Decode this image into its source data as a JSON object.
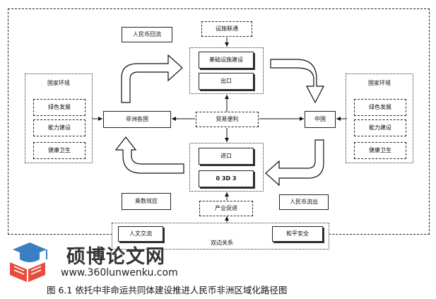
{
  "diagram": {
    "left_panel": {
      "title": "国家环境",
      "items": [
        "绿色发展",
        "能力建设",
        "健康卫生"
      ]
    },
    "right_panel": {
      "title": "国家环境",
      "items": [
        "绿色发展",
        "能力建设",
        "健康卫生"
      ]
    },
    "africa_node": "非洲各国",
    "china_node": "中国",
    "rmb_return": "人民币回流",
    "rmb_outflow": "人民币流出",
    "multiplier": "乘数效应",
    "infrastructure_connect": "设施联通",
    "top_group": [
      "基础设施建设",
      "出口"
    ],
    "trade_facilitation": "贸易便利",
    "bottom_group": [
      "进口",
      "0 3D 3"
    ],
    "industry_promotion": "产业促进",
    "bilateral": {
      "label": "双边关系",
      "left_item": "人文交流",
      "right_item": "和平安全"
    }
  },
  "watermark": {
    "site_name": "硕博论文网",
    "url": "www.360lunwenku.com"
  },
  "caption": "图 6.1  依托中非命运共同体建设推进人民币非洲区域化路径图"
}
